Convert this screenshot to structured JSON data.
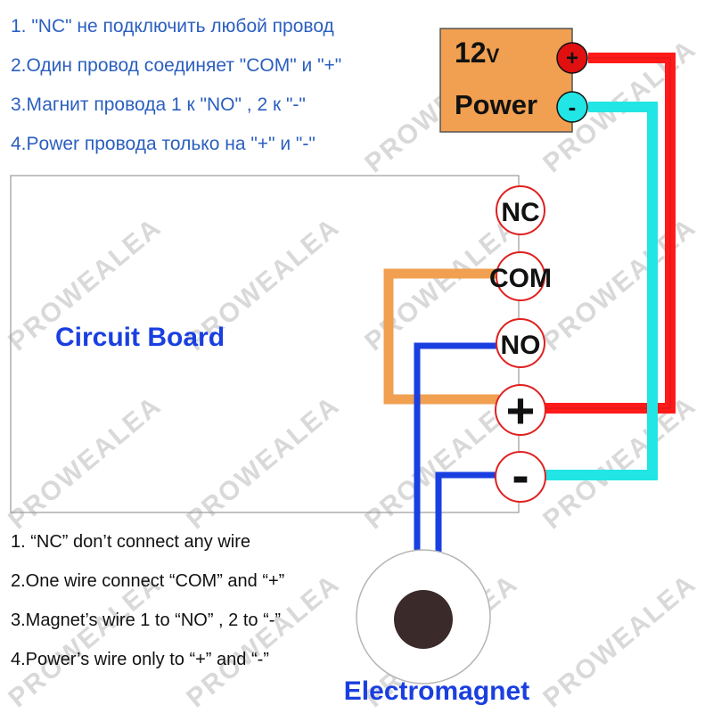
{
  "instructions_ru": [
    "1. \"NC\" не подключить любой провод",
    "2.Один провод соединяет \"COM\" и \"+\"",
    "3.Магнит провода 1 к \"NO\" , 2 к \"-\"",
    "4.Power провода только на \"+\" и \"-\""
  ],
  "instructions_en": [
    "1.  “NC” don’t connect any wire",
    "2.One wire connect “COM” and “+”",
    "3.Magnet’s wire 1 to “NO”  , 2 to “-”",
    "4.Power’s wire only to “+” and “-”"
  ],
  "power": {
    "voltage": "12",
    "unit": "V",
    "label": "Power",
    "plus": "+",
    "minus": "-",
    "color": "#f0a050"
  },
  "board": {
    "label": "Circuit Board"
  },
  "terminals": {
    "nc": "NC",
    "com": "COM",
    "no": "NO",
    "plus": "+",
    "minus": "-"
  },
  "magnet": {
    "label": "Electromagnet"
  },
  "watermark": "PROWEALEA",
  "colors": {
    "red_wire": "#ff1a1a",
    "cyan_wire": "#22e5e5",
    "orange_wire": "#f0a050",
    "blue_wire": "#1a3fe0",
    "label_blue": "#1a3fe0",
    "terminal_ring": "#e02020"
  }
}
